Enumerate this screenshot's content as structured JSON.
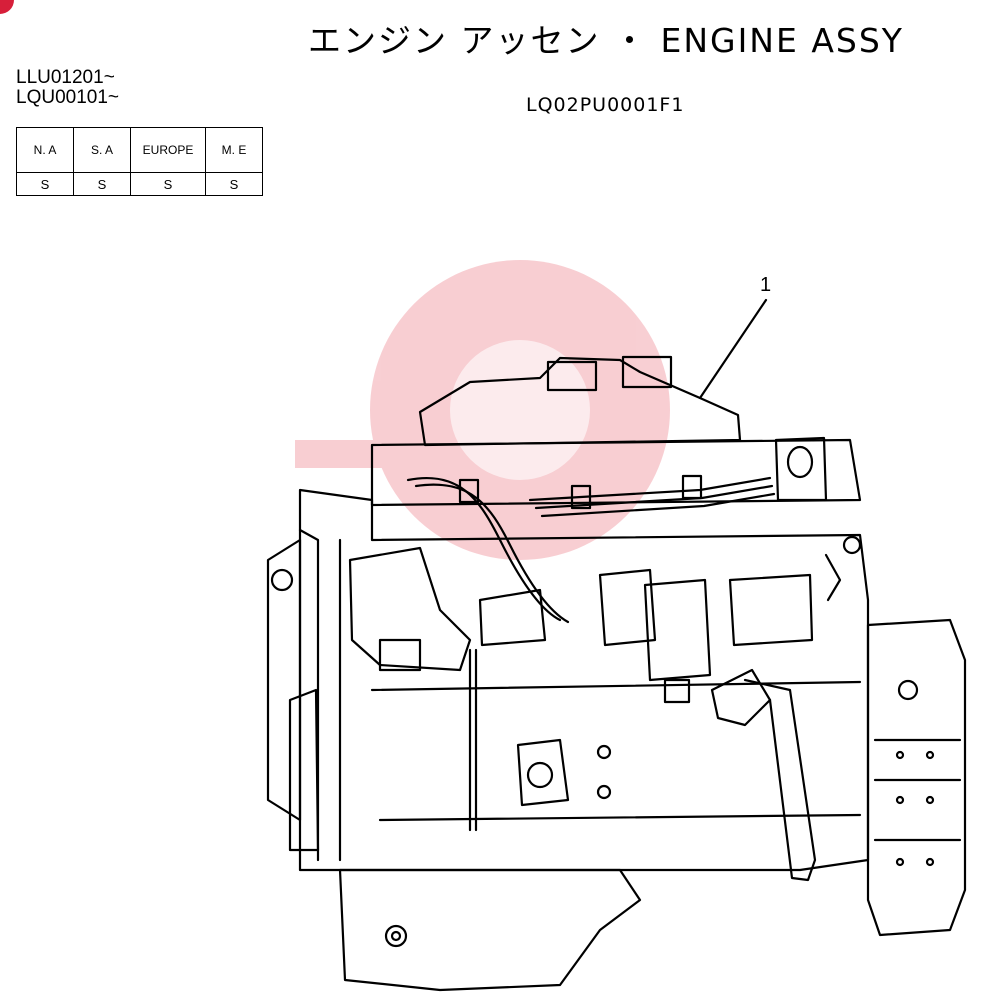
{
  "header": {
    "title": "エンジン アッセン ・ ENGINE ASSY",
    "serial_numbers": [
      "LLU01201~",
      "LQU00101~"
    ],
    "drawing_code": "LQ02PU0001F1"
  },
  "market_table": {
    "headers": [
      "N. A",
      "S. A",
      "EUROPE",
      "M. E"
    ],
    "values": [
      "S",
      "S",
      "S",
      "S"
    ]
  },
  "illustration": {
    "subject": "engine-assembly",
    "callouts": [
      {
        "label": "1"
      }
    ]
  },
  "colors": {
    "watermark": "#f3a7ae",
    "corner_mark": "#d71f3a",
    "line": "#000000"
  }
}
